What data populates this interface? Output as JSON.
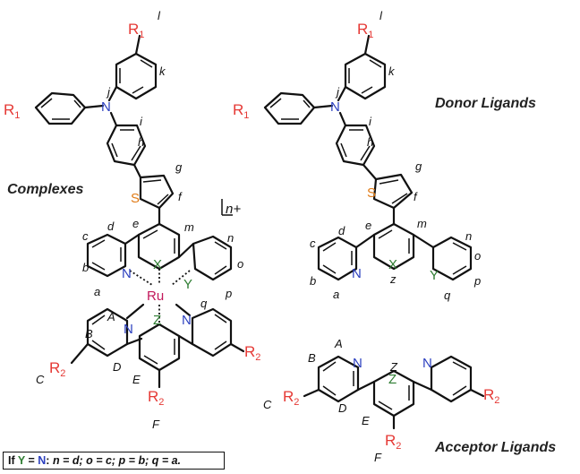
{
  "titles": {
    "complexes": "Complexes",
    "donor": "Donor Ligands",
    "acceptor": "Acceptor Ligands"
  },
  "charge": "n+",
  "atoms": {
    "N": "N",
    "S": "S",
    "X": "X",
    "Y": "Y",
    "Z": "Z",
    "Ru": "Ru"
  },
  "rgroups": {
    "r1": "R",
    "r1_sub": "1",
    "r2": "R",
    "r2_sub": "2"
  },
  "position_labels": {
    "a": "a",
    "b": "b",
    "c": "c",
    "d": "d",
    "e": "e",
    "f": "f",
    "g": "g",
    "h": "h",
    "i": "i",
    "j": "j",
    "k": "k",
    "l": "l",
    "m": "m",
    "n": "n",
    "o": "o",
    "p": "p",
    "q": "q",
    "z": "z",
    "A": "A",
    "B": "B",
    "C": "C",
    "D": "D",
    "E": "E",
    "F": "F",
    "Z": "Z"
  },
  "legend": {
    "prefix": "If ",
    "Y": "Y",
    "eq": " = ",
    "N": "N",
    "colon": ":",
    "rest": " n = d; o = c; p = b; q = a."
  },
  "colors": {
    "nitrogen": "#2b3fbf",
    "sulfur": "#e07b16",
    "heteroatom": "#2e7d32",
    "ruthenium": "#c2185b",
    "r_group": "#e53935"
  }
}
